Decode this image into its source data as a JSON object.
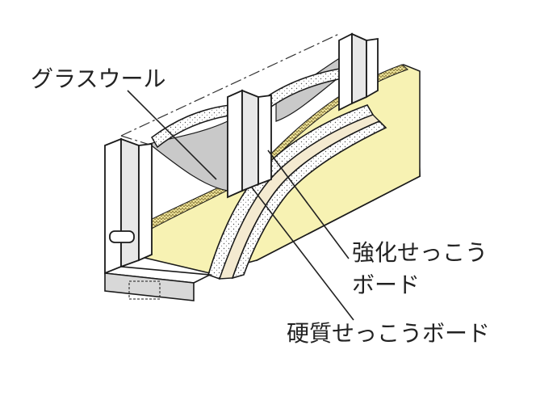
{
  "labels": {
    "glass_wool": "グラスウール",
    "reinforced_board_line1": "強化せっこう",
    "reinforced_board_line2": "ボード",
    "hard_board": "硬質せっこうボード"
  },
  "colors": {
    "glass_wool_fill": "#f7f2b3",
    "glass_wool_edge": "#e8d888",
    "stud_fill": "#ffffff",
    "board_side_fill": "#d6d9db",
    "cavity_fill": "#c9c9c9",
    "leader_line": "#222222",
    "outline": "#1a1a1a"
  }
}
